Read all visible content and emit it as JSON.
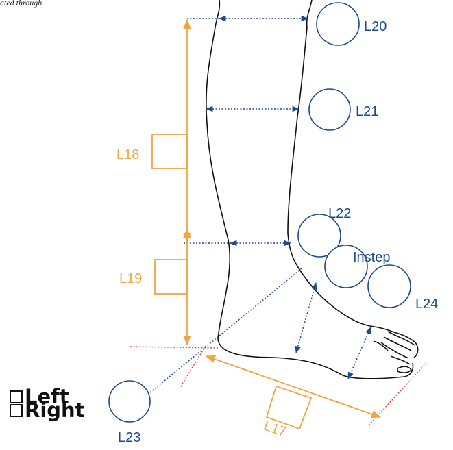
{
  "caption": "ated through",
  "colors": {
    "blue": "#1a4b8c",
    "orange": "#f0a640",
    "red": "#d9423a",
    "line": "#111111"
  },
  "measurements": {
    "L17": "L17",
    "L18": "L18",
    "L19": "L19",
    "L20": "L20",
    "L21": "L21",
    "L22": "L22",
    "L23": "L23",
    "L24": "L24",
    "instep": "Instep"
  },
  "side_options": {
    "left": "Left",
    "right": "Right"
  }
}
